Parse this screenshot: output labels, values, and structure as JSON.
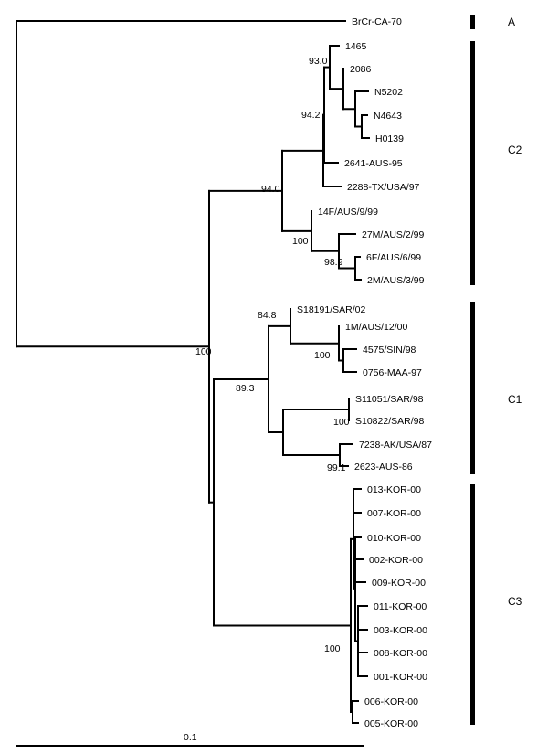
{
  "taxa": [
    "BrCr-CA-70",
    "1465",
    "2086",
    "N5202",
    "N4643",
    "H0139",
    "2641-AUS-95",
    "2288-TX/USA/97",
    "14F/AUS/9/99",
    "27M/AUS/2/99",
    "6F/AUS/6/99",
    "2M/AUS/3/99",
    "S18191/SAR/02",
    "1M/AUS/12/00",
    "4575/SIN/98",
    "0756-MAA-97",
    "S11051/SAR/98",
    "S10822/SAR/98",
    "7238-AK/USA/87",
    "2623-AUS-86",
    "013-KOR-00",
    "007-KOR-00",
    "010-KOR-00",
    "002-KOR-00",
    "009-KOR-00",
    "011-KOR-00",
    "003-KOR-00",
    "008-KOR-00",
    "001-KOR-00",
    "006-KOR-00",
    "005-KOR-00"
  ],
  "bootstrap": {
    "b_root": "100",
    "b_c2": "94.0",
    "b_c2a": "94.2",
    "b_1465": "93.0",
    "b_aus": "100",
    "b_aus_sub": "98.9",
    "b_c1": "89.3",
    "b_c1a": "84.8",
    "b_sin": "100",
    "b_sar": "100",
    "b_ak": "99.1",
    "b_c3": "100"
  },
  "clades": [
    "A",
    "C2",
    "C1",
    "C3"
  ],
  "scale_label": "0.1"
}
